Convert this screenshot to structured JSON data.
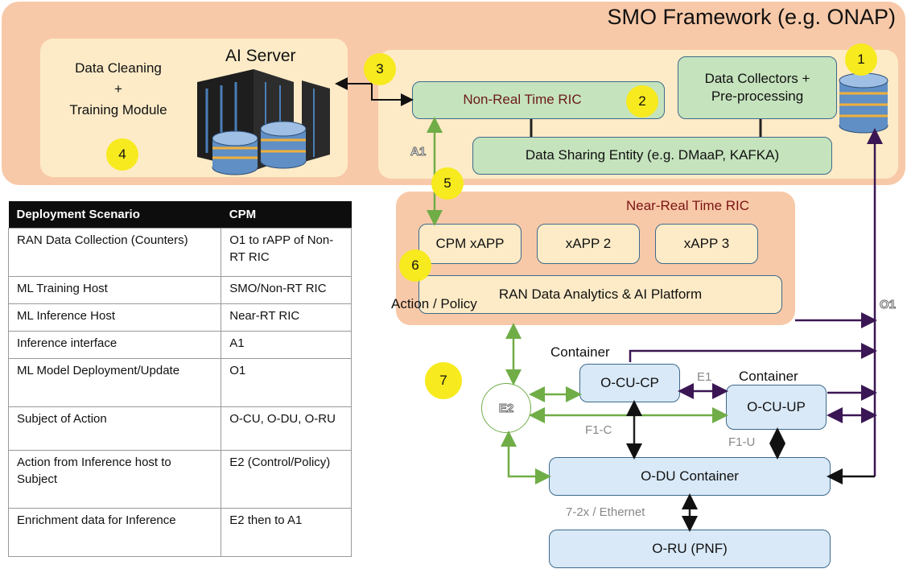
{
  "smo": {
    "title": "SMO Framework (e.g. ONAP)"
  },
  "ai_server": {
    "title": "AI Server",
    "cleaning_line1": "Data Cleaning",
    "cleaning_line2": "+",
    "cleaning_line3": "Training Module"
  },
  "components": {
    "non_rt_ric": "Non-Real Time RIC",
    "collectors_line1": "Data Collectors +",
    "collectors_line2": "Pre-processing",
    "data_sharing": "Data Sharing Entity (e.g. DMaaP, KAFKA)",
    "near_rt_title": "Near-Real Time RIC",
    "xapp_cpm": "CPM xAPP",
    "xapp_2": "xAPP 2",
    "xapp_3": "xAPP 3",
    "analytics": "RAN Data Analytics & AI Platform",
    "ocu_cp": "O-CU-CP",
    "ocu_up": "O-CU-UP",
    "odu": "O-DU Container",
    "oru": "O-RU (PNF)",
    "container_cp": "Container",
    "container_up": "Container"
  },
  "steps": [
    "1",
    "2",
    "3",
    "4",
    "5",
    "6",
    "7"
  ],
  "interfaces": {
    "a1": "A1",
    "o1": "O1",
    "e2": "E2",
    "e1": "E1",
    "f1c": "F1-C",
    "f1u": "F1-U",
    "fronthaul": "7-2x / Ethernet",
    "action_policy": "Action / Policy"
  },
  "table": {
    "headers": [
      "Deployment Scenario",
      "CPM"
    ],
    "rows": [
      {
        "scenario": "RAN Data Collection (Counters)",
        "cpm": "O1 to rAPP of Non-RT RIC"
      },
      {
        "scenario": "ML Training Host",
        "cpm": "SMO/Non-RT RIC"
      },
      {
        "scenario": "ML Inference Host",
        "cpm": "Near-RT RIC"
      },
      {
        "scenario": "Inference interface",
        "cpm": "A1"
      },
      {
        "scenario": "ML Model Deployment/Update",
        "cpm": "O1"
      },
      {
        "scenario": "Subject of Action",
        "cpm": "O-CU, O-DU, O-RU"
      },
      {
        "scenario": "Action from Inference host to Subject",
        "cpm": "E2 (Control/Policy)"
      },
      {
        "scenario": "Enrichment data for Inference",
        "cpm": "E2 then to A1"
      }
    ]
  },
  "colors": {
    "smo_bg": "#f8c9a8",
    "panel_bg": "#fdebc7",
    "green_box": "#c5e3bd",
    "blue_box": "#d9e9f7",
    "step_circle": "#f7ea1e",
    "green_arrow": "#70ad47",
    "purple_arrow": "#3b1654"
  }
}
